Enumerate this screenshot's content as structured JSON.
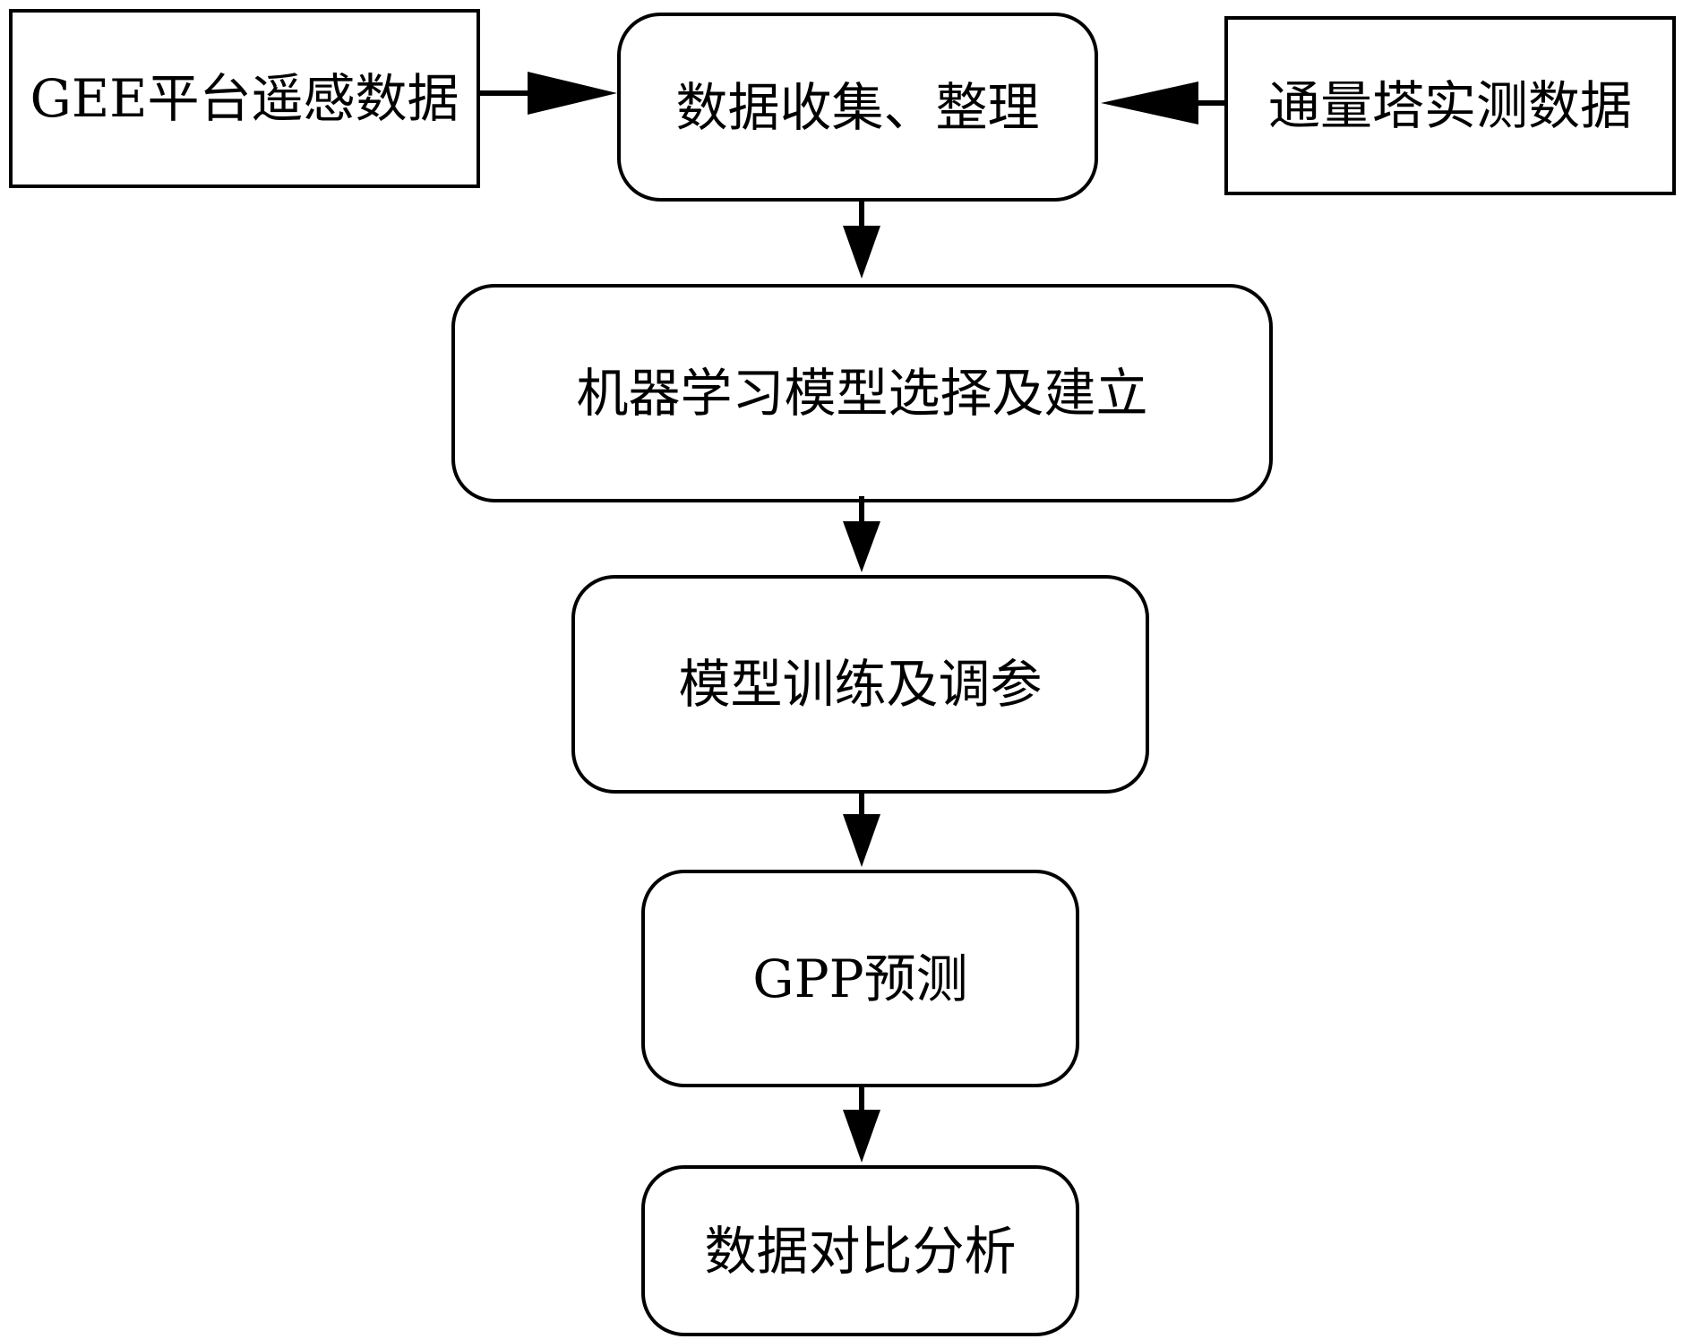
{
  "nodes": {
    "gee_data": "GEE平台遥感数据",
    "collect": "数据收集、整理",
    "flux_data": "通量塔实测数据",
    "model_select": "机器学习模型选择及建立",
    "train": "模型训练及调参",
    "gpp": "GPP预测",
    "compare": "数据对比分析"
  },
  "edges": [
    {
      "from": "gee_data",
      "to": "collect"
    },
    {
      "from": "flux_data",
      "to": "collect"
    },
    {
      "from": "collect",
      "to": "model_select"
    },
    {
      "from": "model_select",
      "to": "train"
    },
    {
      "from": "train",
      "to": "gpp"
    },
    {
      "from": "gpp",
      "to": "compare"
    }
  ]
}
